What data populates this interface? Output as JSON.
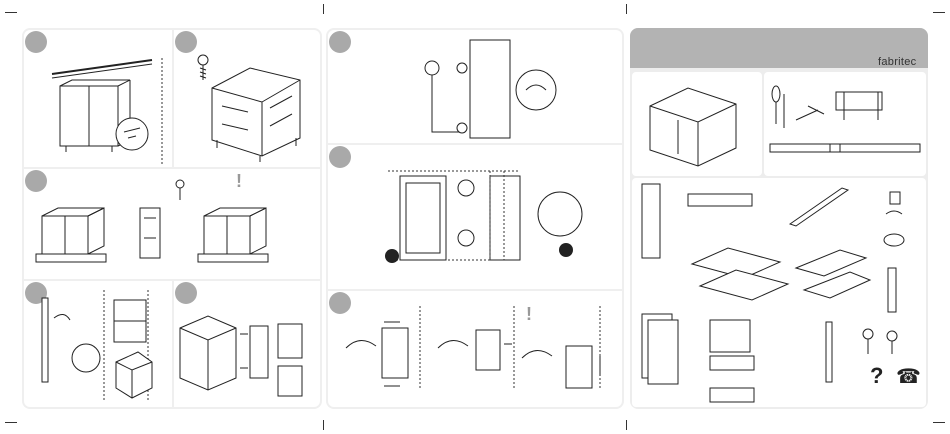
{
  "brand": {
    "name": "fabritec"
  },
  "symbols": {
    "question_mark": "?",
    "exclamation": "!"
  },
  "steps": [
    {
      "id": 1,
      "icon": "rail-mount"
    },
    {
      "id": 2,
      "icon": "screw-corner-cabinet"
    },
    {
      "id": 3,
      "icon": "connect-cabinets"
    },
    {
      "id": 4,
      "icon": "wall-alignment"
    },
    {
      "id": 5,
      "icon": "door-hanging"
    },
    {
      "id": 6,
      "icon": "hinge-clip"
    },
    {
      "id": 7,
      "icon": "hinge-mounting"
    },
    {
      "id": 8,
      "icon": "door-adjustment"
    }
  ],
  "colors": {
    "panel": "#efefef",
    "badge": "#a9a9a9",
    "header": "#b3b3b3",
    "line": "#222222"
  }
}
